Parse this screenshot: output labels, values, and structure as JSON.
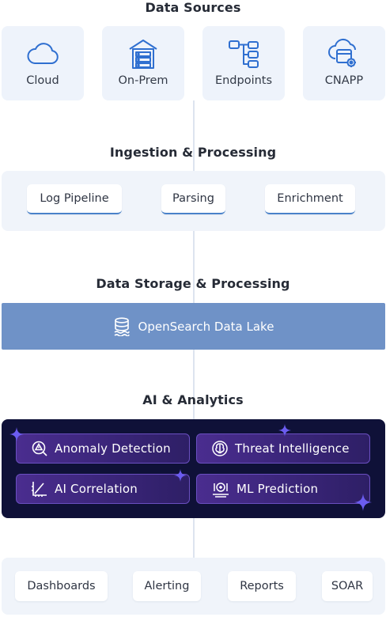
{
  "sources": {
    "title": "Data Sources",
    "items": [
      {
        "label": "Cloud",
        "icon": "cloud-icon"
      },
      {
        "label": "On-Prem",
        "icon": "server-building-icon"
      },
      {
        "label": "Endpoints",
        "icon": "network-tree-icon"
      },
      {
        "label": "CNAPP",
        "icon": "cloud-settings-icon"
      }
    ]
  },
  "ingestion": {
    "title": "Ingestion & Processing",
    "items": [
      "Log Pipeline",
      "Parsing",
      "Enrichment"
    ]
  },
  "storage": {
    "title": "Data Storage & Processing",
    "label": "OpenSearch Data Lake",
    "icon": "database-icon"
  },
  "analytics": {
    "title": "AI & Analytics",
    "items": [
      {
        "label": "Anomaly Detection",
        "icon": "anomaly-search-icon"
      },
      {
        "label": "Threat Intelligence",
        "icon": "brain-icon"
      },
      {
        "label": "AI Correlation",
        "icon": "chart-icon"
      },
      {
        "label": "ML Prediction",
        "icon": "ml-icon"
      }
    ]
  },
  "outputs": {
    "items": [
      "Dashboards",
      "Alerting",
      "Reports",
      "SOAR"
    ]
  },
  "colors": {
    "accent": "#2f6fd0",
    "storage": "#6f92c7",
    "ai_background": "#0f1138",
    "ai_card": "#4a2d8f"
  }
}
